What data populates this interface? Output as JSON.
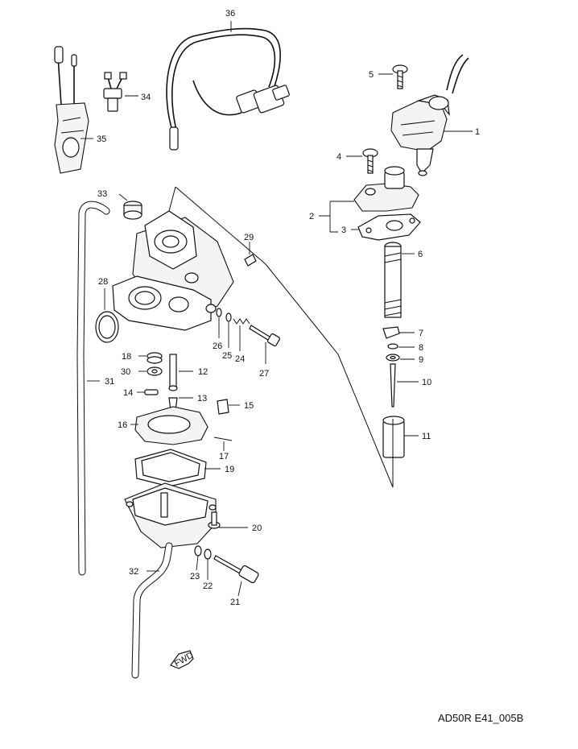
{
  "diagram": {
    "reference_code": "AD50R E41_005B",
    "callouts": [
      "1",
      "2",
      "3",
      "4",
      "5",
      "6",
      "7",
      "8",
      "9",
      "10",
      "11",
      "12",
      "13",
      "14",
      "15",
      "16",
      "17",
      "18",
      "19",
      "20",
      "21",
      "22",
      "23",
      "24",
      "25",
      "26",
      "27",
      "28",
      "29",
      "30",
      "31",
      "32",
      "33",
      "34",
      "35",
      "36"
    ],
    "fwd_label": "FWD"
  }
}
